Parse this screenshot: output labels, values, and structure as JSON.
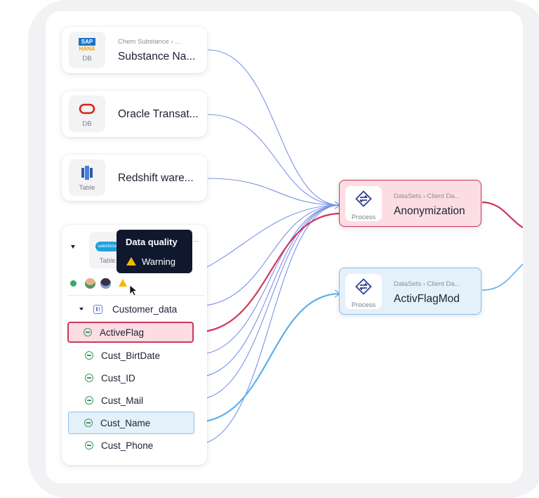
{
  "sources": [
    {
      "breadcrumb": "Chem Substance › ...",
      "name": "Substance Na...",
      "kind": "DB",
      "icon": "sap-hana-icon"
    },
    {
      "breadcrumb": "",
      "name": "Oracle Transat...",
      "kind": "DB",
      "icon": "oracle-icon"
    },
    {
      "breadcrumb": "",
      "name": "Redshift ware...",
      "kind": "Table",
      "icon": "redshift-icon"
    }
  ],
  "salesforce_card": {
    "kind": "Table",
    "icon": "salesforce-icon",
    "icon_label": "salesforce",
    "ellipsis": "...",
    "collapse_icon": "caret-down-icon",
    "group_label": "Customer_data",
    "columns": [
      {
        "label": "ActiveFlag",
        "state": "selected-red"
      },
      {
        "label": "Cust_BirtDate",
        "state": "normal"
      },
      {
        "label": "Cust_ID",
        "state": "normal"
      },
      {
        "label": "Cust_Mail",
        "state": "normal"
      },
      {
        "label": "Cust_Name",
        "state": "selected-blue"
      },
      {
        "label": "Cust_Phone",
        "state": "normal"
      }
    ]
  },
  "tooltip": {
    "title": "Data quality",
    "warning": "Warning"
  },
  "hana_logo": {
    "line1": "SAP",
    "line2": "HANA"
  },
  "processes": [
    {
      "breadcrumb": "DataSets › Client Da...",
      "name": "Anonymization",
      "kind": "Process",
      "highlight": "#d1375c",
      "bg": "#fbdde3"
    },
    {
      "breadcrumb": "DataSets › Client Da...",
      "name": "ActivFlagMod",
      "kind": "Process",
      "highlight": "#8fc1ea",
      "bg": "#e4f1fb"
    }
  ],
  "colors": {
    "edge_default": "#7b92e8",
    "edge_red": "#d1375c",
    "edge_blue": "#5cb0ec",
    "warning": "#f5b800",
    "quality_ok": "#36a86a"
  }
}
